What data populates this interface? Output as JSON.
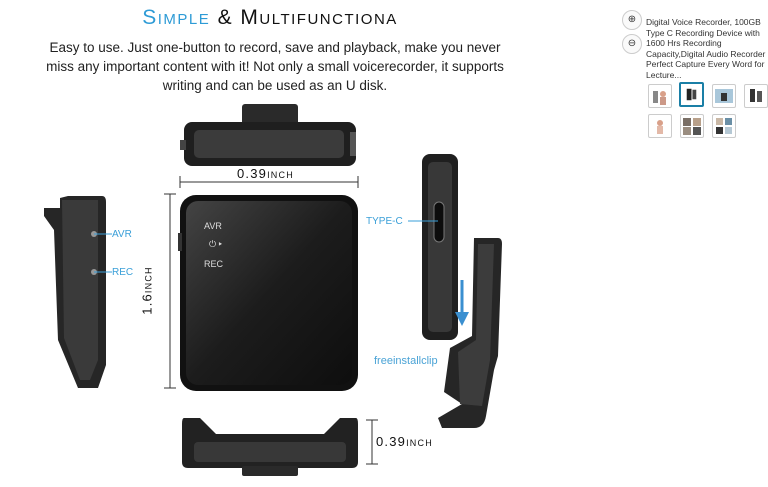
{
  "heading": {
    "part1": "Simple",
    "amp": "&",
    "part2": "Multifunctiona"
  },
  "description": "Easy to use. Just one-button to record, save and playback, make you never miss any important content with it! Not only a small voicerecorder, it supports writing and can be used as an U disk.",
  "dimensions": {
    "width_top": "0.39inch",
    "height_side": "1.6inch",
    "depth_bottom": "0.39inch"
  },
  "labels": {
    "avr": "AVR",
    "rec": "REC",
    "type_c": "TYPE-C",
    "clip": "freeinstallclip"
  },
  "device_face": {
    "avr": "AVR",
    "rec": "REC",
    "power_symbol": "⏻ ▸"
  },
  "panel": {
    "zoom_in_icon": "⊕",
    "zoom_out_icon": "⊖",
    "product_title": "Digital Voice Recorder, 100GB Type C Recording Device with 1600 Hrs Recording Capacity,Digital Audio Recorder Perfect Capture Every Word for Lecture..."
  },
  "colors": {
    "accent": "#2e9bd6",
    "selected_border": "#1a7fa6"
  }
}
